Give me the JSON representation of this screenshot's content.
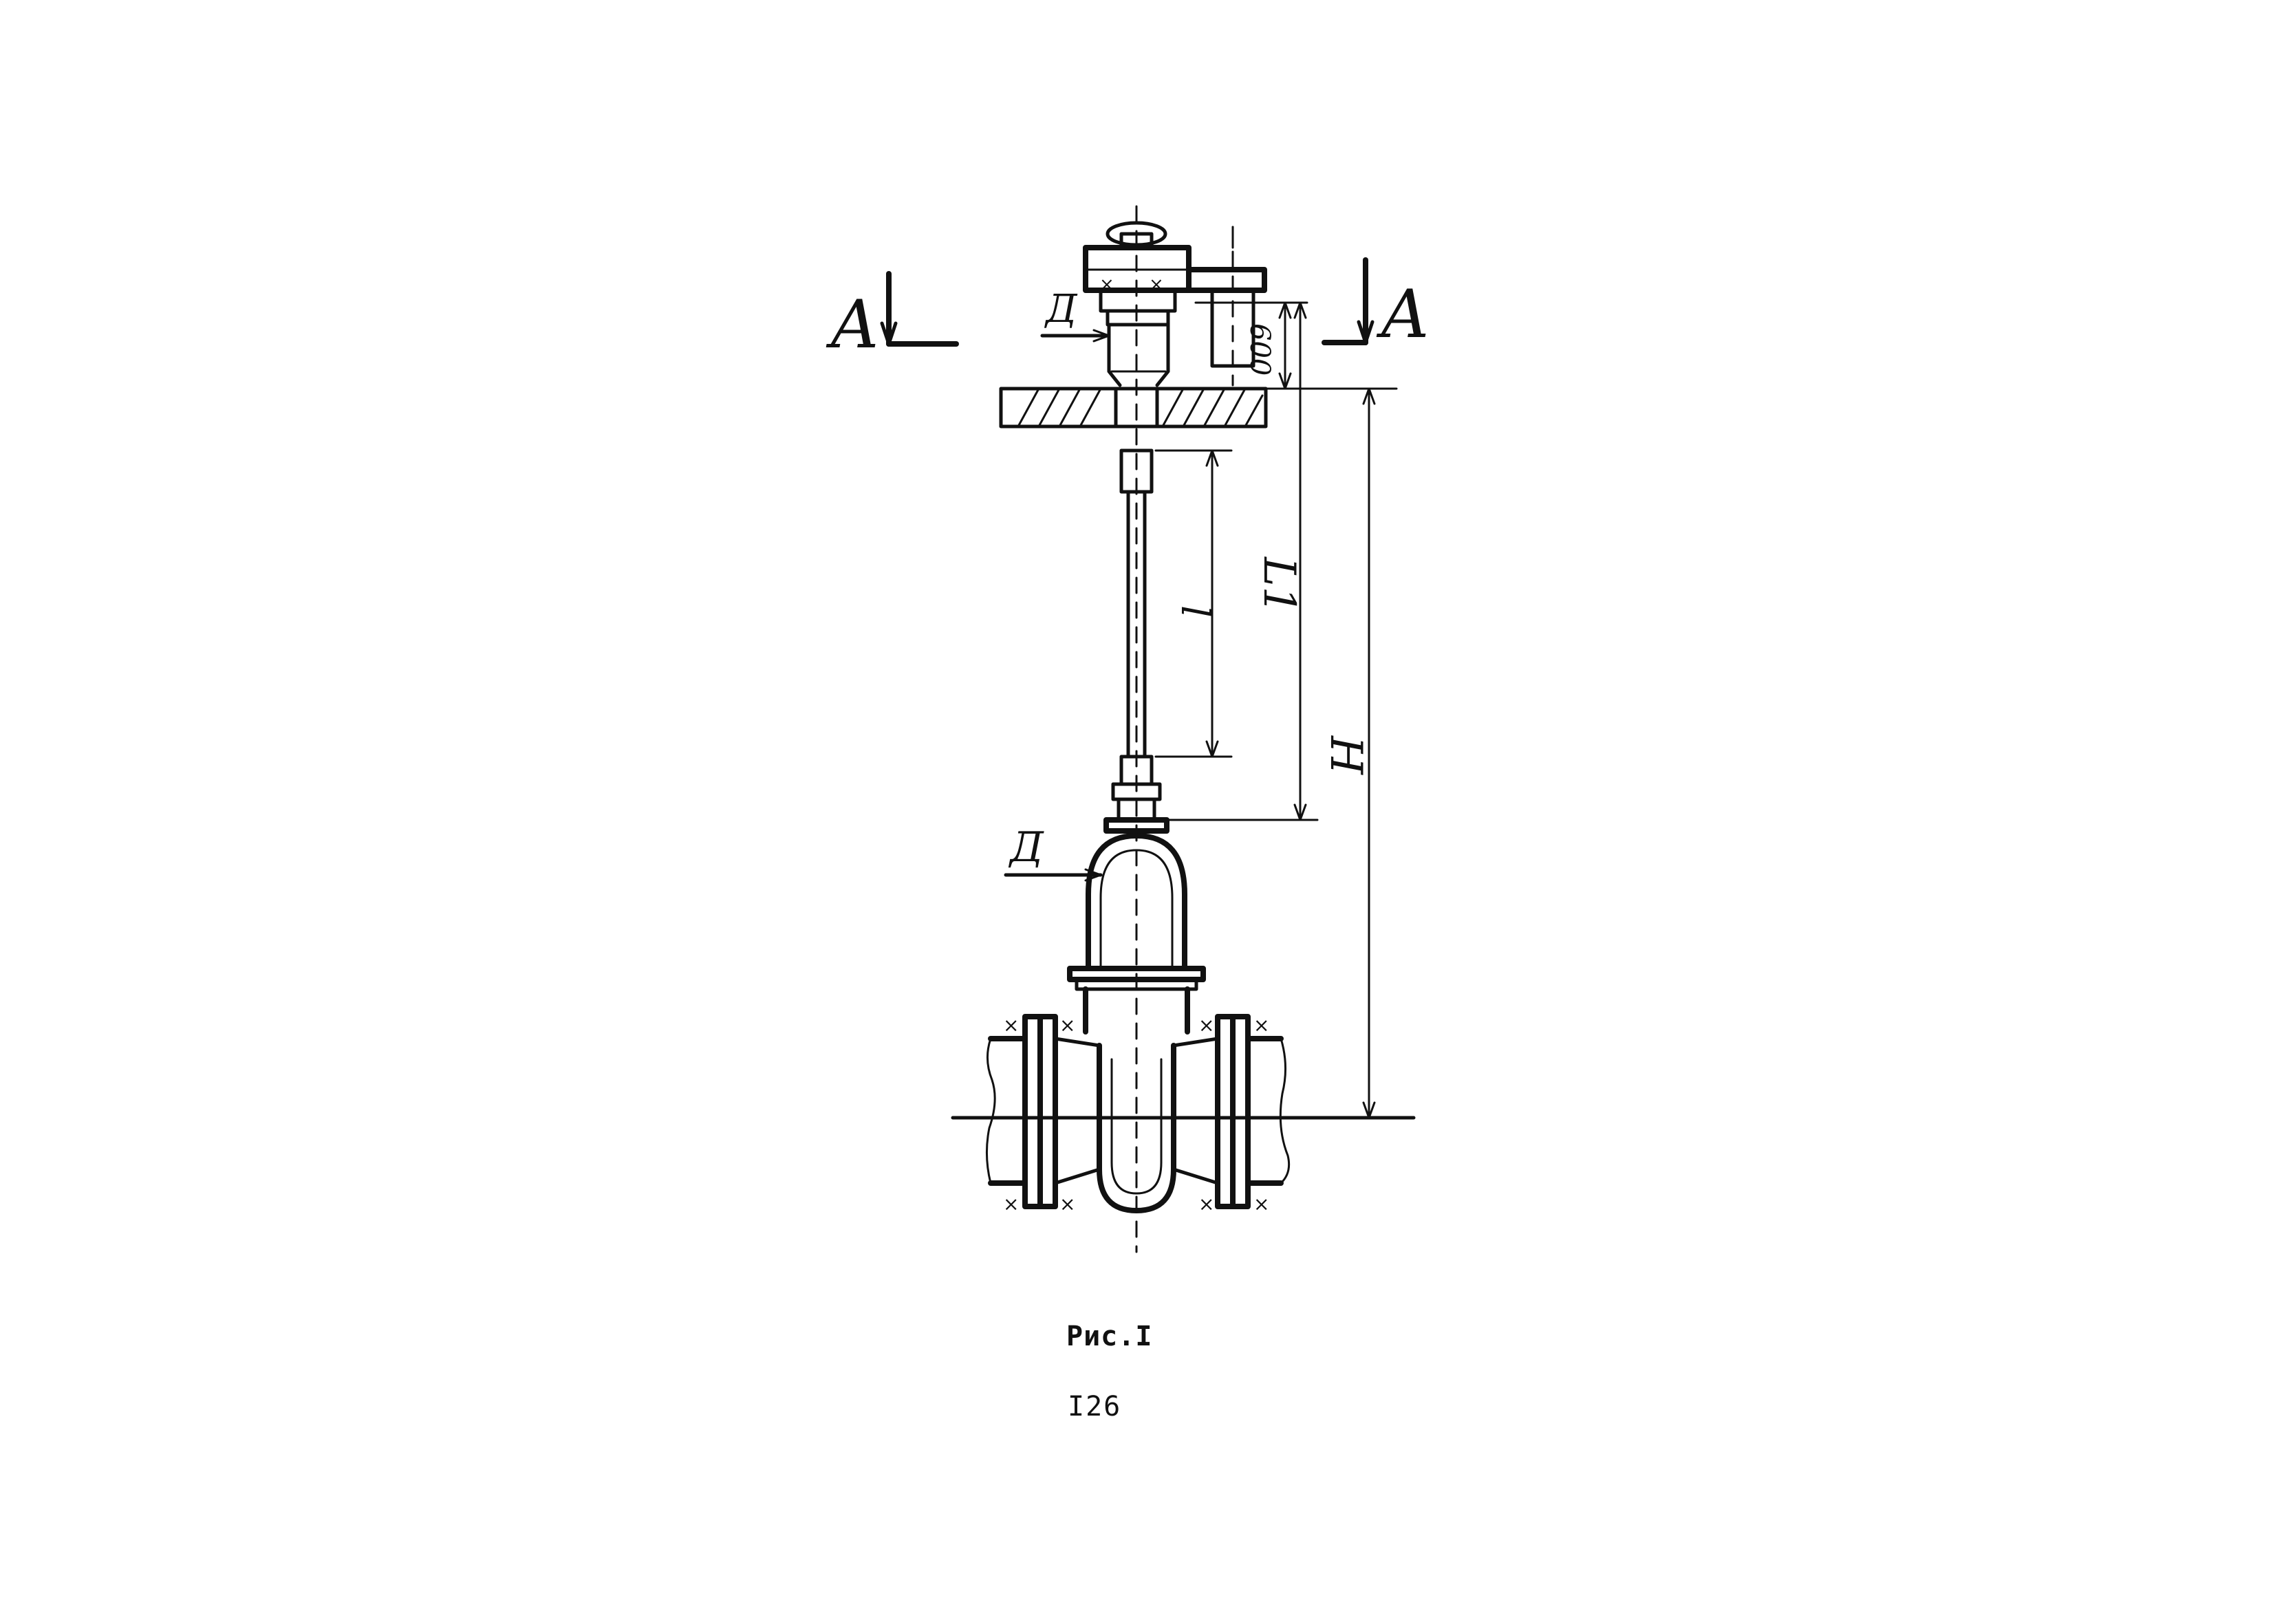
{
  "drawing": {
    "section_mark_left": "A",
    "section_mark_right": "A",
    "detail_mark_upper": "Д",
    "detail_mark_lower": "Д",
    "dimension_600": "600",
    "dimension_L1": "L1",
    "dimension_l": "l",
    "dimension_H": "H"
  },
  "caption": {
    "figure": "Рис.I",
    "page_number": "I26"
  }
}
